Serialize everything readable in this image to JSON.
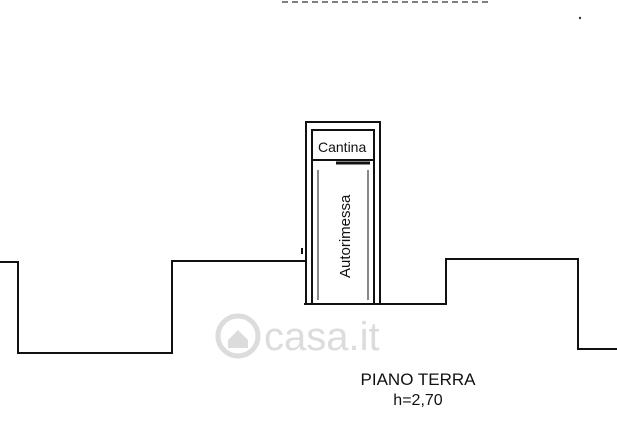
{
  "floor_plan": {
    "rooms": {
      "cantina": "Cantina",
      "autorimessa": "Autorimessa"
    },
    "floor_label": "PIANO TERRA",
    "height_label": "h=2,70"
  },
  "watermark": {
    "text": "casa.it"
  },
  "colors": {
    "line": "#111111",
    "watermark": "#d9d9d9"
  }
}
